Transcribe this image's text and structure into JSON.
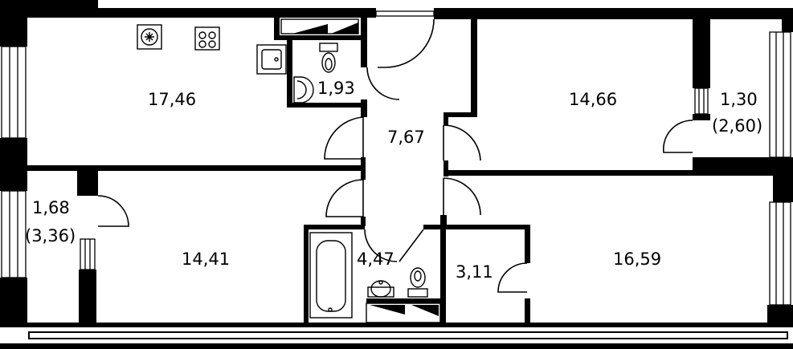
{
  "floor_plan": {
    "rooms": [
      {
        "id": "kitchen-living",
        "area": "17,46"
      },
      {
        "id": "toilet",
        "area": "1,93"
      },
      {
        "id": "hallway",
        "area": "7,67"
      },
      {
        "id": "bedroom-top-right",
        "area": "14,66"
      },
      {
        "id": "balcony-right-area",
        "area": "1,30"
      },
      {
        "id": "balcony-right-full",
        "area": "(2,60)"
      },
      {
        "id": "balcony-left-area",
        "area": "1,68"
      },
      {
        "id": "balcony-left-full",
        "area": "(3,36)"
      },
      {
        "id": "bedroom-bottom-left",
        "area": "14,41"
      },
      {
        "id": "bathroom",
        "area": "4,47"
      },
      {
        "id": "storage",
        "area": "3,11"
      },
      {
        "id": "bedroom-bottom-right",
        "area": "16,59"
      }
    ],
    "colors": {
      "wall": "#000000",
      "background": "#ffffff"
    }
  }
}
